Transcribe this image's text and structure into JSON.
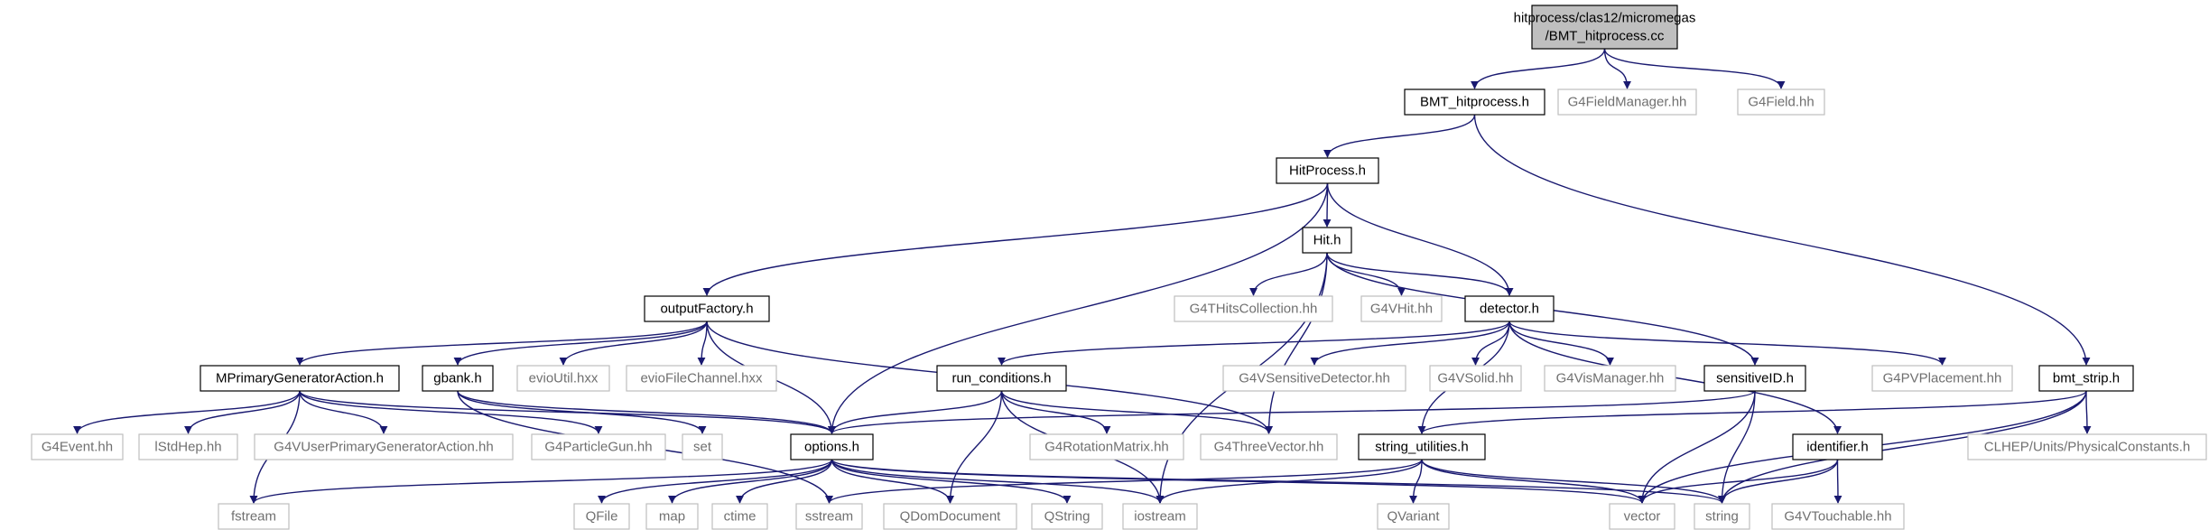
{
  "colors": {
    "edge": "#191970",
    "root_fill": "#bfbfbf",
    "box_border": "#000000",
    "missing_border": "#bfbfbf",
    "text": "#000000",
    "missing_text": "#707070"
  },
  "nodes": {
    "root": {
      "label_lines": [
        "hitprocess/clas12/micromegas",
        "/BMT_hitprocess.cc"
      ],
      "kind": "root"
    },
    "bmt_hitprocess_h": {
      "label": "BMT_hitprocess.h",
      "kind": "doc"
    },
    "g4fieldmanager": {
      "label": "G4FieldManager.hh",
      "kind": "missing"
    },
    "g4field": {
      "label": "G4Field.hh",
      "kind": "missing"
    },
    "hitprocess_h": {
      "label": "HitProcess.h",
      "kind": "doc"
    },
    "hit_h": {
      "label": "Hit.h",
      "kind": "doc"
    },
    "outputfactory_h": {
      "label": "outputFactory.h",
      "kind": "doc"
    },
    "g4thitscollection": {
      "label": "G4THitsCollection.hh",
      "kind": "missing"
    },
    "g4vhit": {
      "label": "G4VHit.hh",
      "kind": "missing"
    },
    "detector_h": {
      "label": "detector.h",
      "kind": "doc"
    },
    "mprimary": {
      "label": "MPrimaryGeneratorAction.h",
      "kind": "doc"
    },
    "gbank_h": {
      "label": "gbank.h",
      "kind": "doc"
    },
    "evioutil": {
      "label": "evioUtil.hxx",
      "kind": "missing"
    },
    "eviofilechannel": {
      "label": "evioFileChannel.hxx",
      "kind": "missing"
    },
    "run_conditions_h": {
      "label": "run_conditions.h",
      "kind": "doc"
    },
    "g4vsensitivedetector": {
      "label": "G4VSensitiveDetector.hh",
      "kind": "missing"
    },
    "g4vsolid": {
      "label": "G4VSolid.hh",
      "kind": "missing"
    },
    "g4vismanager": {
      "label": "G4VisManager.hh",
      "kind": "missing"
    },
    "sensitiveid_h": {
      "label": "sensitiveID.h",
      "kind": "doc"
    },
    "g4pvplacement": {
      "label": "G4PVPlacement.hh",
      "kind": "missing"
    },
    "bmt_strip_h": {
      "label": "bmt_strip.h",
      "kind": "doc"
    },
    "g4event": {
      "label": "G4Event.hh",
      "kind": "missing"
    },
    "istdhep": {
      "label": "lStdHep.hh",
      "kind": "missing"
    },
    "g4vuserprimary": {
      "label": "G4VUserPrimaryGeneratorAction.hh",
      "kind": "missing"
    },
    "g4particlegun": {
      "label": "G4ParticleGun.hh",
      "kind": "missing"
    },
    "set": {
      "label": "set",
      "kind": "missing"
    },
    "options_h": {
      "label": "options.h",
      "kind": "doc"
    },
    "g4rotationmatrix": {
      "label": "G4RotationMatrix.hh",
      "kind": "missing"
    },
    "g4threevector": {
      "label": "G4ThreeVector.hh",
      "kind": "missing"
    },
    "string_utilities_h": {
      "label": "string_utilities.h",
      "kind": "doc"
    },
    "identifier_h": {
      "label": "identifier.h",
      "kind": "doc"
    },
    "clhep_units": {
      "label": "CLHEP/Units/PhysicalConstants.h",
      "kind": "missing"
    },
    "fstream": {
      "label": "fstream",
      "kind": "missing"
    },
    "qfile": {
      "label": "QFile",
      "kind": "missing"
    },
    "map": {
      "label": "map",
      "kind": "missing"
    },
    "ctime": {
      "label": "ctime",
      "kind": "missing"
    },
    "sstream": {
      "label": "sstream",
      "kind": "missing"
    },
    "qdomdocument": {
      "label": "QDomDocument",
      "kind": "missing"
    },
    "qstring": {
      "label": "QString",
      "kind": "missing"
    },
    "iostream": {
      "label": "iostream",
      "kind": "missing"
    },
    "qvariant": {
      "label": "QVariant",
      "kind": "missing"
    },
    "vector": {
      "label": "vector",
      "kind": "missing"
    },
    "string": {
      "label": "string",
      "kind": "missing"
    },
    "g4vtouchable": {
      "label": "G4VTouchable.hh",
      "kind": "missing"
    }
  },
  "edges": [
    [
      "root",
      "bmt_hitprocess_h"
    ],
    [
      "root",
      "g4fieldmanager"
    ],
    [
      "root",
      "g4field"
    ],
    [
      "bmt_hitprocess_h",
      "hitprocess_h"
    ],
    [
      "bmt_hitprocess_h",
      "bmt_strip_h"
    ],
    [
      "hitprocess_h",
      "hit_h"
    ],
    [
      "hitprocess_h",
      "outputfactory_h"
    ],
    [
      "hitprocess_h",
      "detector_h"
    ],
    [
      "hitprocess_h",
      "options_h"
    ],
    [
      "hit_h",
      "g4thitscollection"
    ],
    [
      "hit_h",
      "g4vhit"
    ],
    [
      "hit_h",
      "detector_h"
    ],
    [
      "hit_h",
      "sensitiveid_h"
    ],
    [
      "hit_h",
      "g4threevector"
    ],
    [
      "hit_h",
      "iostream"
    ],
    [
      "outputfactory_h",
      "mprimary"
    ],
    [
      "outputfactory_h",
      "gbank_h"
    ],
    [
      "outputfactory_h",
      "evioutil"
    ],
    [
      "outputfactory_h",
      "eviofilechannel"
    ],
    [
      "outputfactory_h",
      "options_h"
    ],
    [
      "outputfactory_h",
      "g4threevector"
    ],
    [
      "detector_h",
      "run_conditions_h"
    ],
    [
      "detector_h",
      "g4vsensitivedetector"
    ],
    [
      "detector_h",
      "g4vsolid"
    ],
    [
      "detector_h",
      "g4vismanager"
    ],
    [
      "detector_h",
      "g4pvplacement"
    ],
    [
      "detector_h",
      "identifier_h"
    ],
    [
      "detector_h",
      "string_utilities_h"
    ],
    [
      "mprimary",
      "g4event"
    ],
    [
      "mprimary",
      "istdhep"
    ],
    [
      "mprimary",
      "g4vuserprimary"
    ],
    [
      "mprimary",
      "g4particlegun"
    ],
    [
      "mprimary",
      "options_h"
    ],
    [
      "mprimary",
      "fstream"
    ],
    [
      "gbank_h",
      "set"
    ],
    [
      "gbank_h",
      "options_h"
    ],
    [
      "gbank_h",
      "sstream"
    ],
    [
      "run_conditions_h",
      "options_h"
    ],
    [
      "run_conditions_h",
      "g4rotationmatrix"
    ],
    [
      "run_conditions_h",
      "g4threevector"
    ],
    [
      "run_conditions_h",
      "qdomdocument"
    ],
    [
      "run_conditions_h",
      "iostream"
    ],
    [
      "sensitiveid_h",
      "options_h"
    ],
    [
      "sensitiveid_h",
      "vector"
    ],
    [
      "sensitiveid_h",
      "string"
    ],
    [
      "bmt_strip_h",
      "string_utilities_h"
    ],
    [
      "bmt_strip_h",
      "clhep_units"
    ],
    [
      "bmt_strip_h",
      "vector"
    ],
    [
      "bmt_strip_h",
      "string"
    ],
    [
      "options_h",
      "fstream"
    ],
    [
      "options_h",
      "qfile"
    ],
    [
      "options_h",
      "map"
    ],
    [
      "options_h",
      "ctime"
    ],
    [
      "options_h",
      "qdomdocument"
    ],
    [
      "options_h",
      "qstring"
    ],
    [
      "options_h",
      "iostream"
    ],
    [
      "options_h",
      "vector"
    ],
    [
      "options_h",
      "string"
    ],
    [
      "string_utilities_h",
      "sstream"
    ],
    [
      "string_utilities_h",
      "qvariant"
    ],
    [
      "string_utilities_h",
      "vector"
    ],
    [
      "string_utilities_h",
      "string"
    ],
    [
      "string_utilities_h",
      "iostream"
    ],
    [
      "identifier_h",
      "vector"
    ],
    [
      "identifier_h",
      "string"
    ],
    [
      "identifier_h",
      "g4vtouchable"
    ]
  ]
}
